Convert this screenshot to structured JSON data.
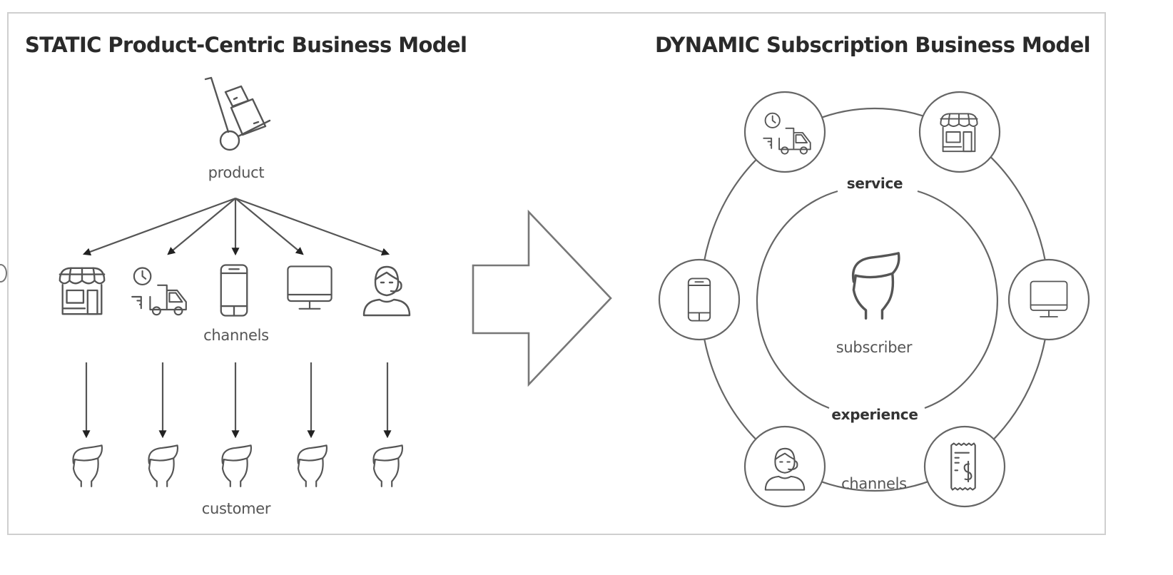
{
  "static_model": {
    "title": "STATIC Product-Centric Business Model",
    "product_label": "product",
    "product_icon": "hand-truck-icon",
    "channels_label": "channels",
    "channels": [
      {
        "name": "store",
        "icon": "storefront-icon"
      },
      {
        "name": "delivery",
        "icon": "delivery-truck-icon"
      },
      {
        "name": "mobile",
        "icon": "smartphone-icon"
      },
      {
        "name": "web",
        "icon": "desktop-monitor-icon"
      },
      {
        "name": "support",
        "icon": "support-agent-icon"
      }
    ],
    "customer_label": "customer",
    "customer_icon": "person-head-icon",
    "customer_count": 5
  },
  "transition": {
    "icon": "right-arrow-icon"
  },
  "dynamic_model": {
    "title": "DYNAMIC Subscription Business Model",
    "center_label": "subscriber",
    "center_icon": "person-head-icon",
    "inner_ring_top_label": "service",
    "inner_ring_bottom_label": "experience",
    "outer_ring_label": "channels",
    "channels": [
      {
        "name": "delivery",
        "icon": "delivery-truck-icon"
      },
      {
        "name": "store",
        "icon": "storefront-icon"
      },
      {
        "name": "mobile",
        "icon": "smartphone-icon"
      },
      {
        "name": "web",
        "icon": "desktop-monitor-icon"
      },
      {
        "name": "support",
        "icon": "support-agent-icon"
      },
      {
        "name": "billing",
        "icon": "receipt-dollar-icon"
      }
    ]
  },
  "colors": {
    "stroke": "#555555",
    "text": "#2a2a2a",
    "frame": "#cfcfcf",
    "background": "#ffffff"
  }
}
